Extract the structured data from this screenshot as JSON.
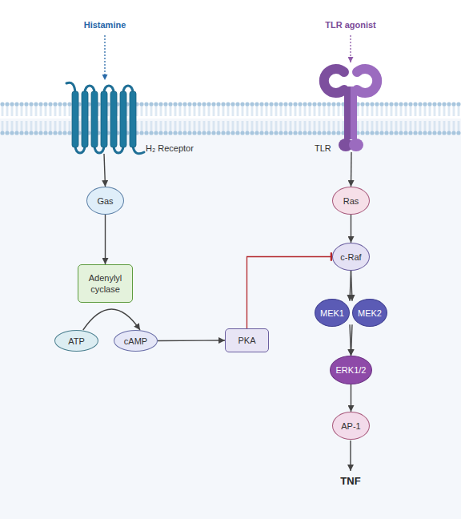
{
  "diagram": {
    "nodes": [
      {
        "text": [
          "H₂ Receptor"
        ]
      },
      {
        "text": [
          "TLR"
        ]
      },
      {
        "text": [
          "Gas"
        ]
      },
      {
        "text": [
          "Ras"
        ]
      },
      {
        "text": [
          "c-Raf"
        ]
      },
      {
        "text": [
          "Adenylyl cyclase"
        ]
      },
      {
        "text": [
          "MEK1"
        ]
      },
      {
        "text": [
          "MEK2"
        ]
      },
      {
        "text": [
          "ATP"
        ]
      },
      {
        "text": [
          "cAMP"
        ]
      },
      {
        "text": [
          "PKA"
        ]
      },
      {
        "text": [
          "ERK1/2"
        ]
      },
      {
        "text": [
          "AP-1"
        ]
      }
    ],
    "edges": [
      {
        "from": 0,
        "to": 2,
        "arrow": "to"
      },
      {
        "from": 2,
        "to": 5,
        "arrow": "to"
      },
      {
        "from": 8,
        "to": 9,
        "arrow": "to"
      },
      {
        "from": 9,
        "to": 10,
        "arrow": "to"
      },
      {
        "from": 10,
        "to": 4,
        "arrow": "to"
      },
      {
        "from": 1,
        "to": 3,
        "arrow": "to"
      },
      {
        "from": 3,
        "to": 4,
        "arrow": "to"
      },
      {
        "from": 4,
        "to": 6,
        "arrow": "to"
      },
      {
        "from": 4,
        "to": 7,
        "arrow": "to"
      },
      {
        "from": 6,
        "to": 11,
        "arrow": "to"
      },
      {
        "from": 7,
        "to": 11,
        "arrow": "to"
      },
      {
        "from": 11,
        "to": 12,
        "arrow": "to"
      }
    ],
    "labels": [
      "Histamine",
      "TLR agonist",
      "TNF"
    ]
  }
}
